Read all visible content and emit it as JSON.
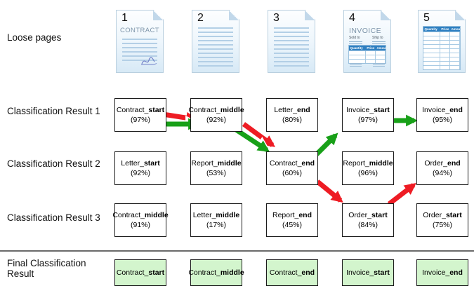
{
  "labels": {
    "loose_pages": "Loose pages",
    "result1": "Classification Result 1",
    "result2": "Classification Result 2",
    "result3": "Classification Result 3",
    "final1": "Final Classification",
    "final2": "Result"
  },
  "pages": [
    {
      "number": "1",
      "title": "CONTRACT"
    },
    {
      "number": "2"
    },
    {
      "number": "3"
    },
    {
      "number": "4",
      "title": "INVOICE",
      "sold_to": "Sold to",
      "ship_to": "Ship to",
      "columns": [
        "Quantity",
        "Price",
        "Amount"
      ]
    },
    {
      "number": "5",
      "columns": [
        "Quantity",
        "Price",
        "Amount"
      ]
    }
  ],
  "results": [
    {
      "cells": [
        {
          "prefix": "Contract_",
          "suffix": "start",
          "pct": "(97%)"
        },
        {
          "prefix": "Contract_",
          "suffix": "middle",
          "pct": "(92%)"
        },
        {
          "prefix": "Letter_",
          "suffix": "end",
          "pct": "(80%)"
        },
        {
          "prefix": "Invoice_",
          "suffix": "start",
          "pct": "(97%)"
        },
        {
          "prefix": "Invoice_",
          "suffix": "end",
          "pct": "(95%)"
        }
      ]
    },
    {
      "cells": [
        {
          "prefix": "Letter_",
          "suffix": "start",
          "pct": "(92%)"
        },
        {
          "prefix": "Report_",
          "suffix": "middle",
          "pct": "(53%)"
        },
        {
          "prefix": "Contract_",
          "suffix": "end",
          "pct": "(60%)"
        },
        {
          "prefix": "Report_",
          "suffix": "middle",
          "pct": "(96%)"
        },
        {
          "prefix": "Order_",
          "suffix": "end",
          "pct": "(94%)"
        }
      ]
    },
    {
      "cells": [
        {
          "prefix": "Contract_",
          "suffix": "middle",
          "pct": "(91%)"
        },
        {
          "prefix": "Letter_",
          "suffix": "middle",
          "pct": "(17%)"
        },
        {
          "prefix": "Report_",
          "suffix": "end",
          "pct": "(45%)"
        },
        {
          "prefix": "Order_",
          "suffix": "start",
          "pct": "(84%)"
        },
        {
          "prefix": "Order_",
          "suffix": "start",
          "pct": "(75%)"
        }
      ]
    }
  ],
  "final": [
    {
      "prefix": "Contract_",
      "suffix": "start"
    },
    {
      "prefix": "Contract_",
      "suffix": "middle"
    },
    {
      "prefix": "Contract_",
      "suffix": "end"
    },
    {
      "prefix": "Invoice_",
      "suffix": "start"
    },
    {
      "prefix": "Invoice_",
      "suffix": "end"
    }
  ],
  "colors": {
    "green-arrow": "#18a018",
    "red-arrow": "#ee1c24",
    "final-box-fill": "#d3f5cd",
    "invoice-header-blue": "#2e7fc1"
  }
}
